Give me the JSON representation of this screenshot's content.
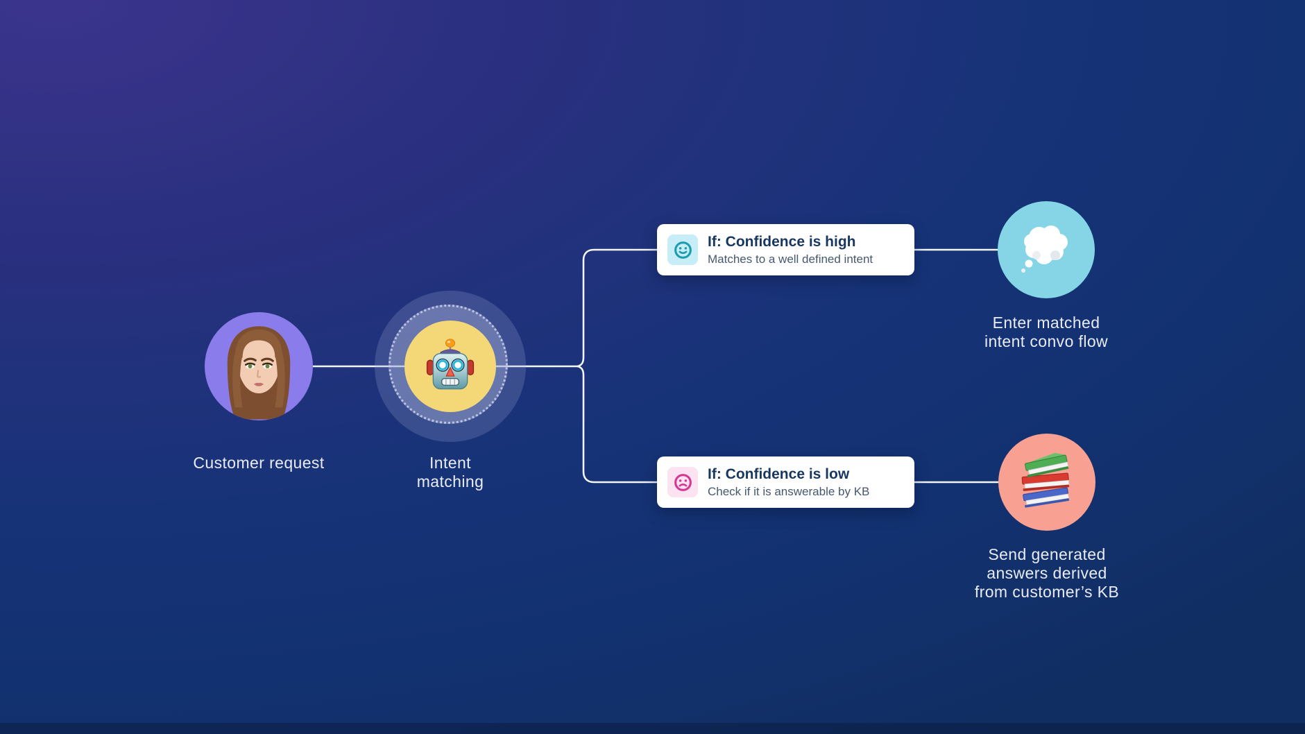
{
  "diagram": {
    "background": {
      "gradient_top_left": "#3b348d",
      "gradient_mid": "#173378",
      "gradient_bottom_right": "#112e62"
    },
    "connector_color": "#f3f5fb",
    "nodes": {
      "customer": {
        "label": "Customer request",
        "icon": "woman-avatar-icon",
        "circle_color": "#8b7cec"
      },
      "intent": {
        "label_line1": "Intent",
        "label_line2": "matching",
        "icon": "robot-icon",
        "circle_color": "#f4d878",
        "halo_color": "rgba(148,158,206,0.26)"
      },
      "confidence_high": {
        "title": "If: Confidence is high",
        "subtitle": "Matches to a well defined intent",
        "icon": "smile-icon",
        "icon_bg": "#c7eef6",
        "icon_color": "#1b9cb1"
      },
      "confidence_low": {
        "title": "If: Confidence is low",
        "subtitle": "Check if it is answerable by KB",
        "icon": "frown-icon",
        "icon_bg": "#fbe3f1",
        "icon_color": "#d63793"
      },
      "matched_intent": {
        "label_line1": "Enter matched",
        "label_line2": "intent convo flow",
        "icon": "thought-cloud-icon",
        "circle_color": "#86d5e6"
      },
      "kb_answers": {
        "label_line1": "Send generated",
        "label_line2": "answers derived",
        "label_line3": "from customer’s KB",
        "icon": "books-icon",
        "circle_color": "#f8a192"
      }
    }
  }
}
